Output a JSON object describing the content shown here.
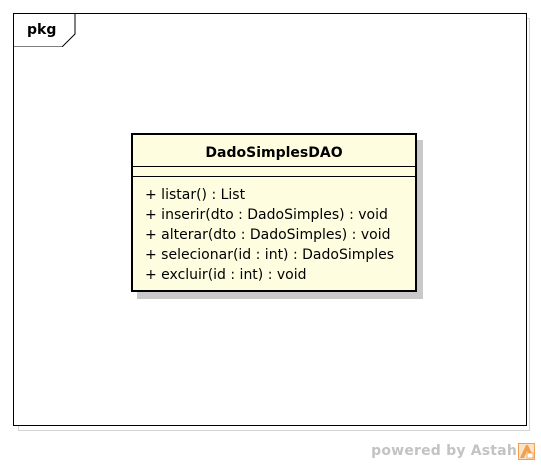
{
  "package": {
    "label": "pkg"
  },
  "class": {
    "name": "DadoSimplesDAO",
    "attributes": [],
    "operations": [
      "+ listar() : List",
      "+ inserir(dto : DadoSimples) : void",
      "+ alterar(dto : DadoSimples) : void",
      "+ selecionar(id : int) : DadoSimples",
      "+ excluir(id : int) : void"
    ]
  },
  "watermark": {
    "text": "powered by Astah"
  },
  "colors": {
    "class_fill": "#fefde0",
    "class_shadow": "#c9c9c9",
    "watermark": "#c3c3c3",
    "logo_orange": "#f0a050"
  }
}
